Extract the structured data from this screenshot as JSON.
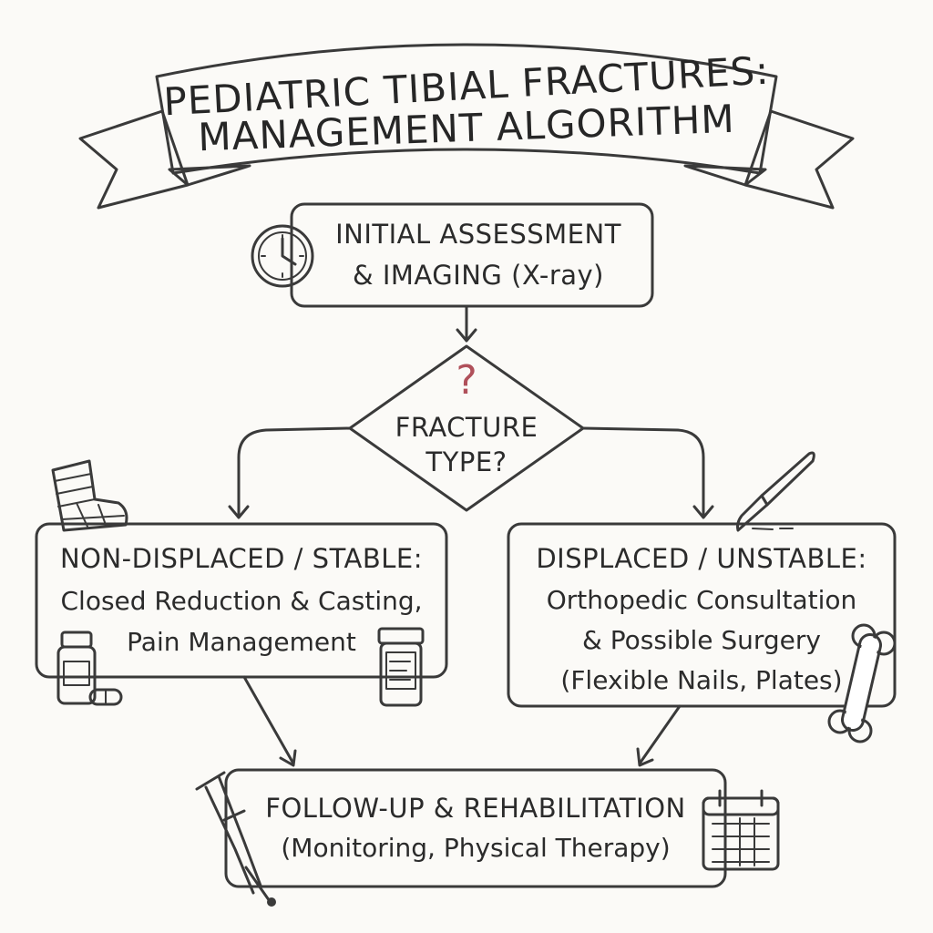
{
  "title": {
    "line1": "PEDIATRIC TIBIAL FRACTURES:",
    "line2": "MANAGEMENT ALGORITHM"
  },
  "nodes": {
    "initial": {
      "line1": "INITIAL ASSESSMENT",
      "line2": "& IMAGING (X-ray)",
      "icon": "clock-icon"
    },
    "decision": {
      "symbol": "?",
      "line1": "FRACTURE",
      "line2": "TYPE?"
    },
    "stable": {
      "heading": "NON-DISPLACED / STABLE:",
      "line1": "Closed Reduction & Casting,",
      "line2": "Pain Management",
      "icons": [
        "cast-boot-icon",
        "pill-bottle-icon",
        "capsule-icon",
        "prescription-bottle-icon"
      ]
    },
    "unstable": {
      "heading": "DISPLACED / UNSTABLE:",
      "line1": "Orthopedic Consultation",
      "line2": "& Possible Surgery",
      "line3": "(Flexible Nails, Plates)",
      "icons": [
        "scalpel-icon",
        "bone-icon"
      ]
    },
    "followup": {
      "line1": "FOLLOW-UP & REHABILITATION",
      "line2": "(Monitoring, Physical Therapy)",
      "icons": [
        "crutch-icon",
        "calendar-icon"
      ]
    }
  },
  "colors": {
    "ink": "#3a3a3a",
    "blue_fill": "#d3eaf2",
    "pink_fill": "#f6cfd1",
    "banner_fill": "#ffffff",
    "banner_shadow": "#e2e2e2"
  }
}
